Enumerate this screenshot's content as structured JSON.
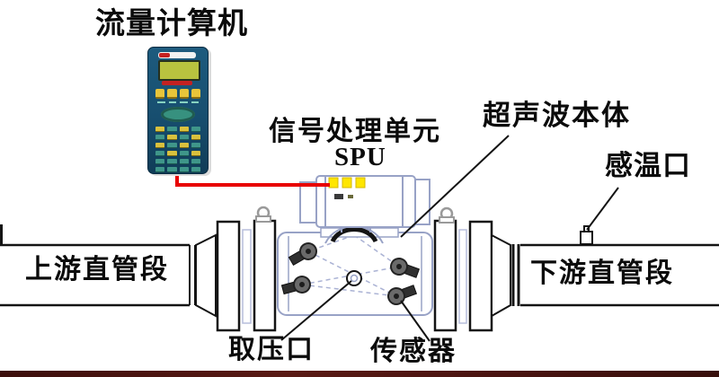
{
  "diagram": {
    "type": "ultrasonic-flowmeter-installation-diagram",
    "labels": {
      "flow_computer": "流量计算机",
      "spu_line1": "信号处理单元",
      "spu_line2": "SPU",
      "ultrasonic_body": "超声波本体",
      "temp_port": "感温口",
      "upstream_pipe": "上游直管段",
      "downstream_pipe": "下游直管段",
      "pressure_tap": "取压口",
      "sensor": "传感器"
    },
    "colors": {
      "background": "#ffffff",
      "label_text": "#0b0b0b",
      "line_black": "#141414",
      "cable_red": "#e80000",
      "meter_outline_blue": "#98a2c6",
      "indicator_yellow": "#ffe600",
      "device_body_blue": "#174e6f",
      "device_screen_green": "#b9c33f",
      "device_key_yellow": "#d9c13e",
      "device_key_teal": "#3f968a",
      "bottom_strip_maroon": "#471310"
    }
  }
}
